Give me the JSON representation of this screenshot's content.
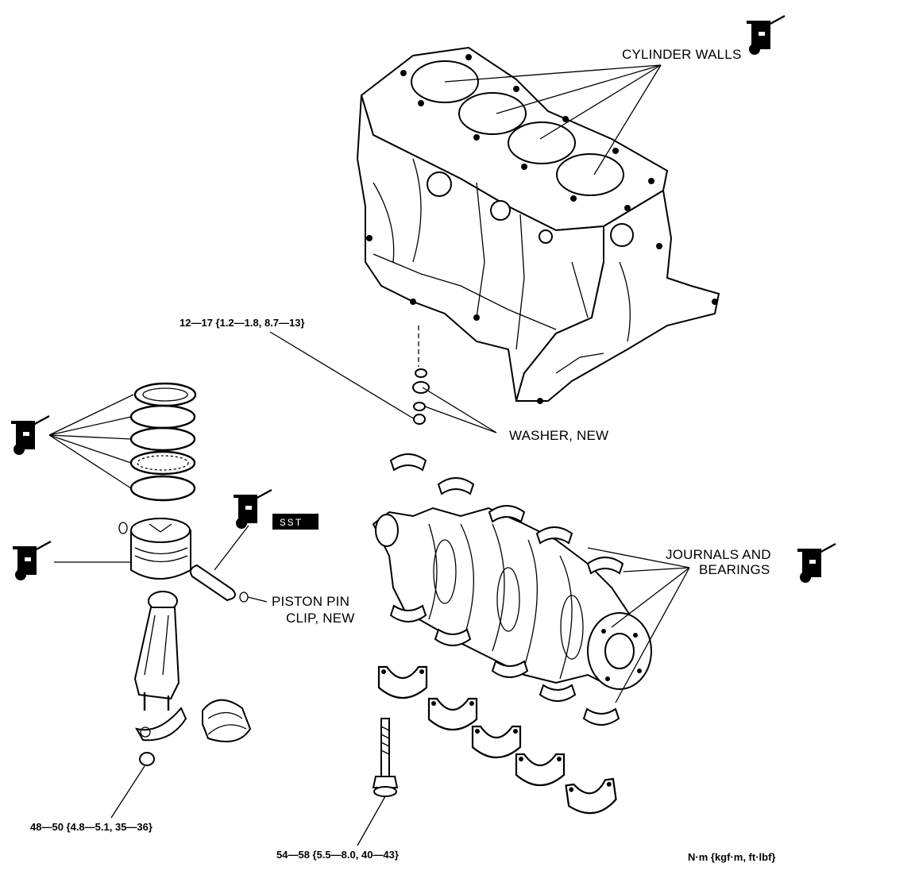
{
  "labels": {
    "cylinder_walls": "CYLINDER WALLS",
    "washer_new": "WASHER, NEW",
    "journals_line1": "JOURNALS AND",
    "journals_line2": "BEARINGS",
    "piston_pin_line1": "PISTON PIN",
    "piston_pin_line2": "CLIP, NEW",
    "sst": "SST"
  },
  "torque_specs": {
    "block_plug": "12—17 {1.2—1.8, 8.7—13}",
    "conrod_nut": "48—50 {4.8—5.1, 35—36}",
    "main_bolt": "54—58 {5.5—8.0, 40—43}",
    "units": "N·m {kgf·m, ft·lbf}"
  },
  "icons": [
    "oil-can-icon",
    "oil-can-icon",
    "oil-can-icon",
    "oil-can-icon",
    "oil-can-icon"
  ]
}
